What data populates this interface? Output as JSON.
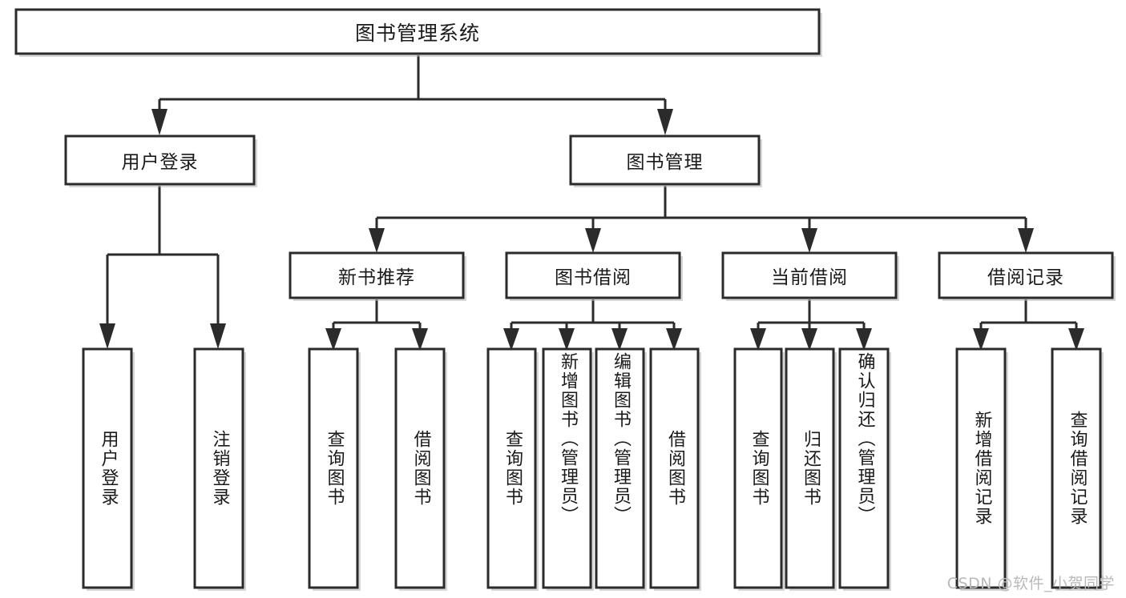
{
  "diagram": {
    "type": "tree-hierarchy",
    "title": "图书管理系统",
    "watermark": "CSDN @软件_小贺同学",
    "root": {
      "id": "root",
      "label": "图书管理系统"
    },
    "level2": [
      {
        "id": "user-login",
        "label": "用户登录"
      },
      {
        "id": "book-management",
        "label": "图书管理"
      }
    ],
    "level3": [
      {
        "id": "new-book-recommend",
        "label": "新书推荐",
        "parent": "book-management"
      },
      {
        "id": "book-borrow",
        "label": "图书借阅",
        "parent": "book-management"
      },
      {
        "id": "current-borrow",
        "label": "当前借阅",
        "parent": "book-management"
      },
      {
        "id": "borrow-record",
        "label": "借阅记录",
        "parent": "book-management"
      }
    ],
    "leaves": [
      {
        "id": "leaf-user-login",
        "label": "用户登录",
        "parent": "user-login"
      },
      {
        "id": "leaf-logout-login",
        "label": "注销登录",
        "parent": "user-login"
      },
      {
        "id": "leaf-query-book-1",
        "label": "查询图书",
        "parent": "new-book-recommend"
      },
      {
        "id": "leaf-borrow-book-1",
        "label": "借阅图书",
        "parent": "new-book-recommend"
      },
      {
        "id": "leaf-query-book-2",
        "label": "查询图书",
        "parent": "book-borrow"
      },
      {
        "id": "leaf-add-book",
        "label": "新增图书（管理员）",
        "parent": "book-borrow"
      },
      {
        "id": "leaf-edit-book",
        "label": "编辑图书（管理员）",
        "parent": "book-borrow"
      },
      {
        "id": "leaf-borrow-book-2",
        "label": "借阅图书",
        "parent": "book-borrow"
      },
      {
        "id": "leaf-query-book-3",
        "label": "查询图书",
        "parent": "current-borrow"
      },
      {
        "id": "leaf-return-book",
        "label": "归还图书",
        "parent": "current-borrow"
      },
      {
        "id": "leaf-confirm-return",
        "label": "确认归还（管理员）",
        "parent": "current-borrow"
      },
      {
        "id": "leaf-add-record",
        "label": "新增借阅记录",
        "parent": "borrow-record"
      },
      {
        "id": "leaf-query-record",
        "label": "查询借阅记录",
        "parent": "borrow-record"
      }
    ],
    "colors": {
      "stroke": "#2b2b2b",
      "fill": "#ffffff",
      "text": "#1a1a1a",
      "watermark": "#b9b9b9",
      "background": "#ffffff"
    }
  }
}
